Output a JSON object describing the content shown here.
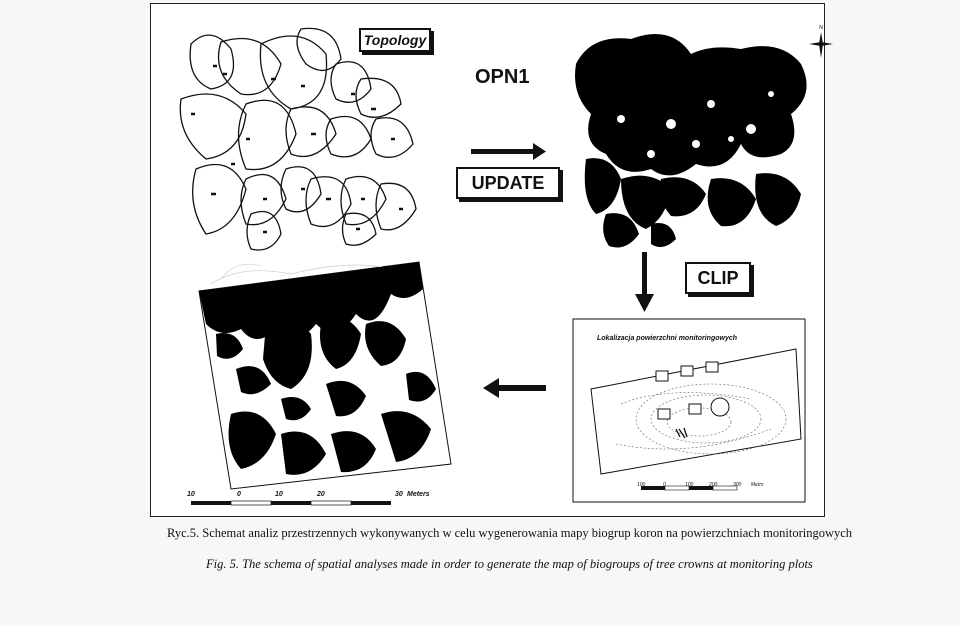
{
  "labels": {
    "topology": "Topology",
    "opn1": "OPN1",
    "update": "UPDATE",
    "clip": "CLIP"
  },
  "scale_bar": {
    "ticks": [
      "10",
      "0",
      "10",
      "20",
      "30"
    ],
    "unit": "Meters"
  },
  "monitoring_map": {
    "title": "Lokalizacja powierzchni monitoringowych",
    "scale_ticks": [
      "100",
      "0",
      "100",
      "200",
      "300"
    ],
    "unit": "Metrs"
  },
  "captions": {
    "polish": "Ryc.5. Schemat  analiz przestrzennych wykonywanych w celu wygenerowania mapy biogrup koron na powierzchniach monitoringowych",
    "english": "Fig. 5. The schema of spatial analyses made in order to generate the map of biogroups of tree crowns at monitoring plots"
  },
  "icons": {
    "north": "compass-north-icon",
    "arrow_right": "arrow-right-icon",
    "arrow_down": "arrow-down-icon",
    "arrow_left": "arrow-left-icon"
  }
}
